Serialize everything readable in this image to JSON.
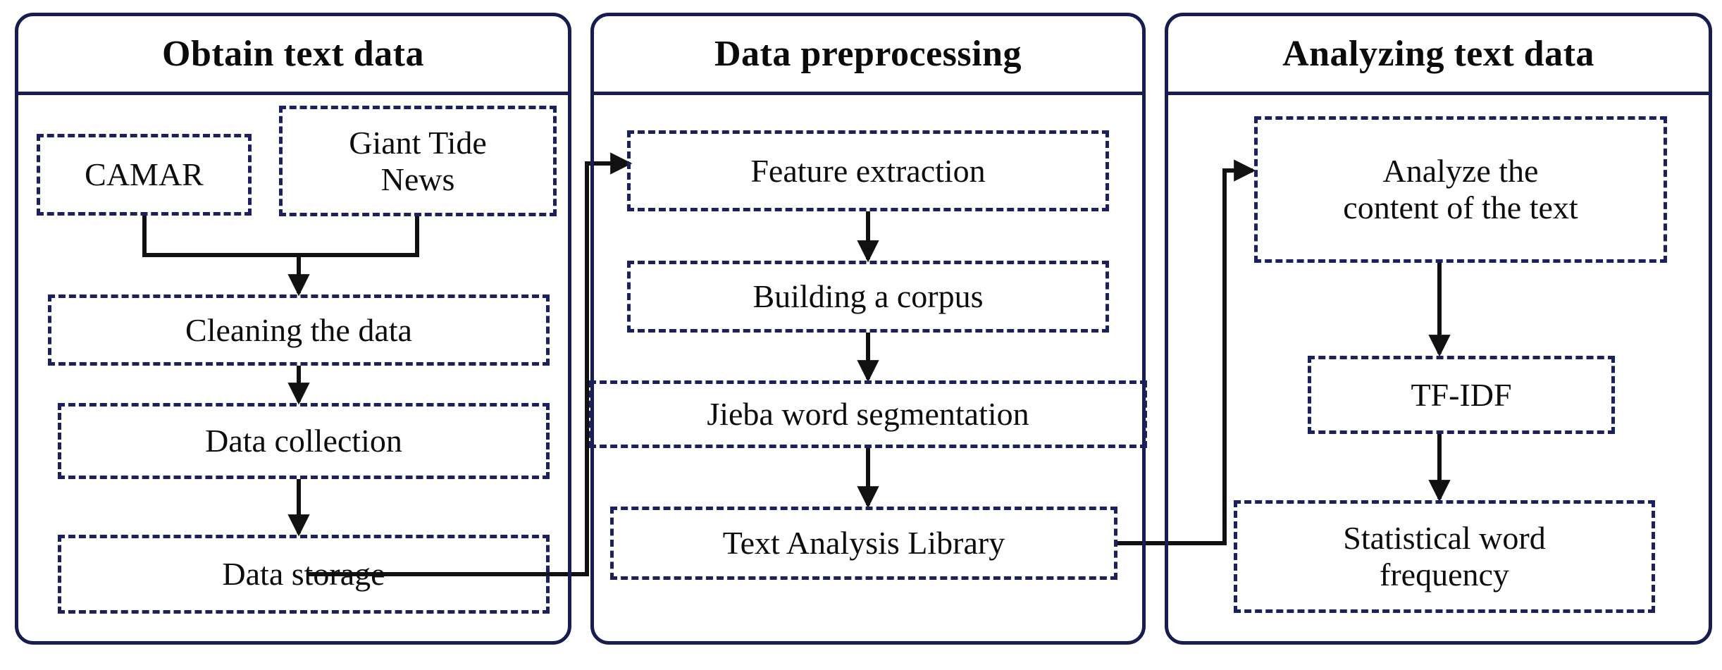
{
  "diagram": {
    "title": "Text data processing and analysis workflow",
    "colors": {
      "panel_border": "#171d51",
      "node_border": "#1b2060",
      "connector": "#111111",
      "text": "#0d0d0d",
      "background": "#ffffff"
    }
  },
  "panels": [
    {
      "id": "obtain",
      "header": "Obtain text data",
      "nodes": [
        {
          "id": "camar",
          "label": "CAMAR"
        },
        {
          "id": "giant",
          "label": "Giant Tide\nNews"
        },
        {
          "id": "cleaning",
          "label": "Cleaning the data"
        },
        {
          "id": "collect",
          "label": "Data collection"
        },
        {
          "id": "storage",
          "label": "Data storage"
        }
      ]
    },
    {
      "id": "preprocess",
      "header": "Data preprocessing",
      "nodes": [
        {
          "id": "feature",
          "label": "Feature extraction"
        },
        {
          "id": "corpus",
          "label": "Building a corpus"
        },
        {
          "id": "jieba",
          "label": "Jieba word segmentation"
        },
        {
          "id": "talib",
          "label": "Text Analysis Library"
        }
      ]
    },
    {
      "id": "analyze",
      "header": "Analyzing text data",
      "nodes": [
        {
          "id": "content",
          "label": "Analyze the\ncontent of the text"
        },
        {
          "id": "tfidf",
          "label": "TF-IDF"
        },
        {
          "id": "statfreq",
          "label": "Statistical word\nfrequency"
        }
      ]
    }
  ],
  "edges": [
    {
      "from": "camar",
      "to": "cleaning"
    },
    {
      "from": "giant",
      "to": "cleaning"
    },
    {
      "from": "cleaning",
      "to": "collect"
    },
    {
      "from": "collect",
      "to": "storage"
    },
    {
      "from": "storage",
      "to": "feature"
    },
    {
      "from": "feature",
      "to": "corpus"
    },
    {
      "from": "corpus",
      "to": "jieba"
    },
    {
      "from": "jieba",
      "to": "talib"
    },
    {
      "from": "talib",
      "to": "content"
    },
    {
      "from": "content",
      "to": "tfidf"
    },
    {
      "from": "tfidf",
      "to": "statfreq"
    }
  ]
}
